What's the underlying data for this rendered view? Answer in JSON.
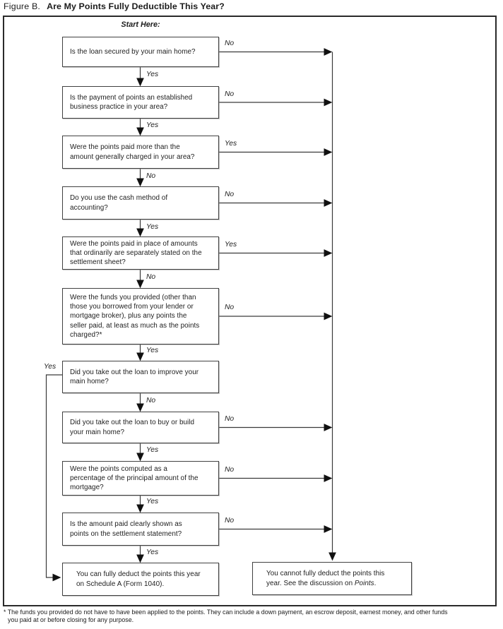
{
  "title": {
    "figure_label": "Figure B.",
    "heading": "Are My Points Fully Deductible This Year?"
  },
  "start_label": "Start Here:",
  "boxes": [
    {
      "text": "Is the loan secured by your main home?",
      "right_label": "No",
      "down_label": "Yes"
    },
    {
      "text": "Is the payment of points an established\nbusiness practice in your area?",
      "right_label": "No",
      "down_label": "Yes"
    },
    {
      "text": "Were the points paid more than the\namount generally charged in your area?",
      "right_label": "Yes",
      "down_label": "No"
    },
    {
      "text": "Do you use the cash method of\naccounting?",
      "right_label": "No",
      "down_label": "Yes"
    },
    {
      "text": "Were the points paid in place of amounts\nthat ordinarily are separately stated on the\nsettlement sheet?",
      "right_label": "Yes",
      "down_label": "No"
    },
    {
      "text": "Were the funds you provided (other than\nthose you borrowed from your lender or\nmortgage broker), plus any points the\nseller paid, at least as much as the points\ncharged?*",
      "right_label": "No",
      "down_label": "Yes"
    },
    {
      "text": "Did you take out the loan to improve your\nmain home?",
      "left_label": "Yes",
      "down_label": "No"
    },
    {
      "text": "Did you take out the loan to buy or build\nyour main home?",
      "right_label": "No",
      "down_label": "Yes"
    },
    {
      "text": "Were the points computed as a\npercentage of the principal amount of the\nmortgage?",
      "right_label": "No",
      "down_label": "Yes"
    },
    {
      "text": "Is the amount paid clearly shown as\npoints on the settlement statement?",
      "right_label": "No",
      "down_label": "Yes"
    }
  ],
  "results": {
    "deduct": {
      "text": "You can fully deduct the points this year\non Schedule A (Form 1040)."
    },
    "cannot": {
      "text_before": "You cannot fully deduct the points this\nyear. See the discussion on ",
      "italic_word": "Points",
      "suffix": "."
    }
  },
  "footnote": {
    "line1": "* The funds you provided do not have to have been applied to the points. They can include a down payment, an escrow deposit, earnest money, and other funds",
    "line2": "you paid at or before closing for any purpose."
  },
  "colors": {
    "ink": "#1d1d1d",
    "line": "#3a3a3a",
    "background": "#ffffff"
  }
}
